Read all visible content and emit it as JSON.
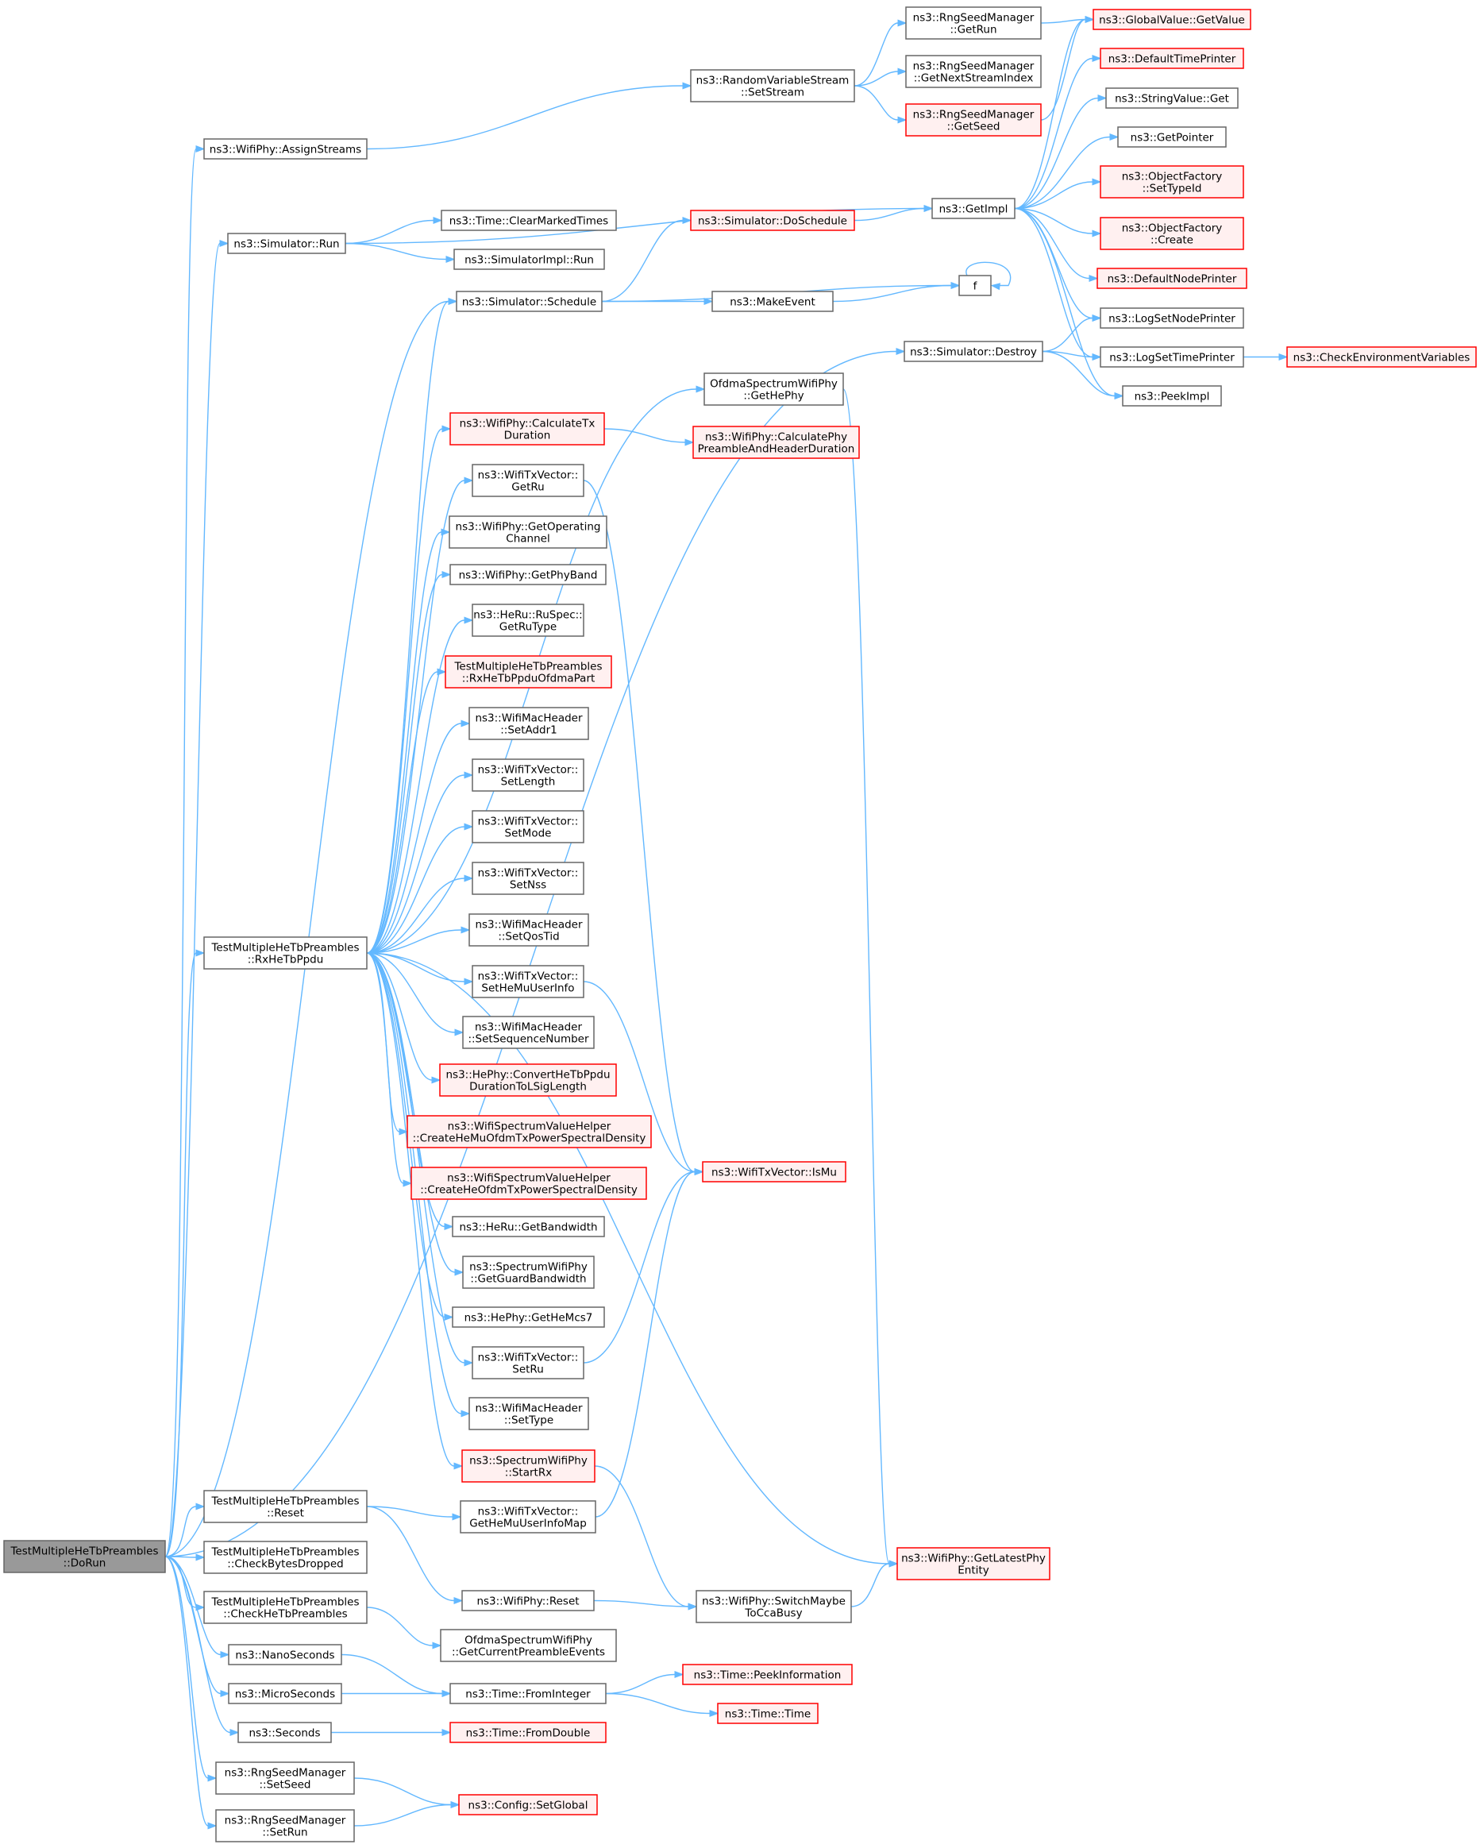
{
  "graph": {
    "root": "n0",
    "nodes": [
      {
        "id": "n0",
        "lines": [
          "TestMultipleHeTbPreambles",
          "::DoRun"
        ],
        "style": "root"
      },
      {
        "id": "n1",
        "lines": [
          "ns3::WifiPhy::AssignStreams"
        ],
        "style": "normal"
      },
      {
        "id": "n2",
        "lines": [
          "ns3::Simulator::Run"
        ],
        "style": "normal"
      },
      {
        "id": "n3",
        "lines": [
          "ns3::Simulator::Schedule"
        ],
        "style": "normal"
      },
      {
        "id": "n4",
        "lines": [
          "ns3::Simulator::Destroy"
        ],
        "style": "normal"
      },
      {
        "id": "n5",
        "lines": [
          "TestMultipleHeTbPreambles",
          "::RxHeTbPpdu"
        ],
        "style": "normal"
      },
      {
        "id": "n6",
        "lines": [
          "TestMultipleHeTbPreambles",
          "::Reset"
        ],
        "style": "normal"
      },
      {
        "id": "n7",
        "lines": [
          "TestMultipleHeTbPreambles",
          "::CheckBytesDropped"
        ],
        "style": "normal"
      },
      {
        "id": "n8",
        "lines": [
          "TestMultipleHeTbPreambles",
          "::CheckHeTbPreambles"
        ],
        "style": "normal"
      },
      {
        "id": "n9",
        "lines": [
          "ns3::NanoSeconds"
        ],
        "style": "normal"
      },
      {
        "id": "n10",
        "lines": [
          "ns3::MicroSeconds"
        ],
        "style": "normal"
      },
      {
        "id": "n11",
        "lines": [
          "ns3::Seconds"
        ],
        "style": "normal"
      },
      {
        "id": "n12",
        "lines": [
          "ns3::RngSeedManager",
          "::SetSeed"
        ],
        "style": "normal"
      },
      {
        "id": "n13",
        "lines": [
          "ns3::RngSeedManager",
          "::SetRun"
        ],
        "style": "normal"
      },
      {
        "id": "n14",
        "lines": [
          "ns3::RandomVariableStream",
          "::SetStream"
        ],
        "style": "normal"
      },
      {
        "id": "n15",
        "lines": [
          "ns3::Time::ClearMarkedTimes"
        ],
        "style": "normal"
      },
      {
        "id": "n16",
        "lines": [
          "ns3::SimulatorImpl::Run"
        ],
        "style": "normal"
      },
      {
        "id": "n17",
        "lines": [
          "ns3::Simulator::DoSchedule"
        ],
        "style": "red"
      },
      {
        "id": "n18",
        "lines": [
          "ns3::MakeEvent"
        ],
        "style": "normal"
      },
      {
        "id": "n19",
        "lines": [
          "OfdmaSpectrumWifiPhy",
          "::GetHePhy"
        ],
        "style": "normal"
      },
      {
        "id": "n20",
        "lines": [
          "ns3::WifiPhy::CalculateTx",
          "Duration"
        ],
        "style": "red"
      },
      {
        "id": "n21",
        "lines": [
          "ns3::WifiTxVector::",
          "GetRu"
        ],
        "style": "normal"
      },
      {
        "id": "n22",
        "lines": [
          "ns3::WifiPhy::GetOperating",
          "Channel"
        ],
        "style": "normal"
      },
      {
        "id": "n23",
        "lines": [
          "ns3::WifiPhy::GetPhyBand"
        ],
        "style": "normal"
      },
      {
        "id": "n24",
        "lines": [
          "ns3::HeRu::RuSpec::",
          "GetRuType"
        ],
        "style": "normal"
      },
      {
        "id": "n25",
        "lines": [
          "TestMultipleHeTbPreambles",
          "::RxHeTbPpduOfdmaPart"
        ],
        "style": "red"
      },
      {
        "id": "n26",
        "lines": [
          "ns3::WifiMacHeader",
          "::SetAddr1"
        ],
        "style": "normal"
      },
      {
        "id": "n27",
        "lines": [
          "ns3::WifiTxVector::",
          "SetLength"
        ],
        "style": "normal"
      },
      {
        "id": "n28",
        "lines": [
          "ns3::WifiTxVector::",
          "SetMode"
        ],
        "style": "normal"
      },
      {
        "id": "n29",
        "lines": [
          "ns3::WifiTxVector::",
          "SetNss"
        ],
        "style": "normal"
      },
      {
        "id": "n30",
        "lines": [
          "ns3::WifiMacHeader",
          "::SetQosTid"
        ],
        "style": "normal"
      },
      {
        "id": "n31",
        "lines": [
          "ns3::WifiTxVector::",
          "SetHeMuUserInfo"
        ],
        "style": "normal"
      },
      {
        "id": "n32",
        "lines": [
          "ns3::WifiMacHeader",
          "::SetSequenceNumber"
        ],
        "style": "normal"
      },
      {
        "id": "n33",
        "lines": [
          "ns3::HePhy::ConvertHeTbPpdu",
          "DurationToLSigLength"
        ],
        "style": "red"
      },
      {
        "id": "n34",
        "lines": [
          "ns3::WifiSpectrumValueHelper",
          "::CreateHeMuOfdmTxPowerSpectralDensity"
        ],
        "style": "red"
      },
      {
        "id": "n35",
        "lines": [
          "ns3::WifiSpectrumValueHelper",
          "::CreateHeOfdmTxPowerSpectralDensity"
        ],
        "style": "red"
      },
      {
        "id": "n36",
        "lines": [
          "ns3::HeRu::GetBandwidth"
        ],
        "style": "normal"
      },
      {
        "id": "n37",
        "lines": [
          "ns3::SpectrumWifiPhy",
          "::GetGuardBandwidth"
        ],
        "style": "normal"
      },
      {
        "id": "n38",
        "lines": [
          "ns3::HePhy::GetHeMcs7"
        ],
        "style": "normal"
      },
      {
        "id": "n39",
        "lines": [
          "ns3::WifiTxVector::",
          "SetRu"
        ],
        "style": "normal"
      },
      {
        "id": "n40",
        "lines": [
          "ns3::WifiMacHeader",
          "::SetType"
        ],
        "style": "normal"
      },
      {
        "id": "n41",
        "lines": [
          "ns3::SpectrumWifiPhy",
          "::StartRx"
        ],
        "style": "red"
      },
      {
        "id": "n42",
        "lines": [
          "ns3::WifiTxVector::",
          "GetHeMuUserInfoMap"
        ],
        "style": "normal"
      },
      {
        "id": "n43",
        "lines": [
          "ns3::WifiPhy::Reset"
        ],
        "style": "normal"
      },
      {
        "id": "n44",
        "lines": [
          "OfdmaSpectrumWifiPhy",
          "::GetCurrentPreambleEvents"
        ],
        "style": "normal"
      },
      {
        "id": "n45",
        "lines": [
          "ns3::Time::FromInteger"
        ],
        "style": "normal"
      },
      {
        "id": "n46",
        "lines": [
          "ns3::Time::FromDouble"
        ],
        "style": "red"
      },
      {
        "id": "n47",
        "lines": [
          "ns3::Config::SetGlobal"
        ],
        "style": "red"
      },
      {
        "id": "n48",
        "lines": [
          "ns3::RngSeedManager",
          "::GetRun"
        ],
        "style": "normal"
      },
      {
        "id": "n49",
        "lines": [
          "ns3::RngSeedManager",
          "::GetNextStreamIndex"
        ],
        "style": "normal"
      },
      {
        "id": "n50",
        "lines": [
          "ns3::RngSeedManager",
          "::GetSeed"
        ],
        "style": "red"
      },
      {
        "id": "n51",
        "lines": [
          "ns3::GetImpl"
        ],
        "style": "normal"
      },
      {
        "id": "n52",
        "lines": [
          "f"
        ],
        "style": "normal"
      },
      {
        "id": "n53",
        "lines": [
          "ns3::WifiPhy::CalculatePhy",
          "PreambleAndHeaderDuration"
        ],
        "style": "red"
      },
      {
        "id": "n54",
        "lines": [
          "ns3::WifiTxVector::IsMu"
        ],
        "style": "red"
      },
      {
        "id": "n55",
        "lines": [
          "ns3::WifiPhy::GetLatestPhy",
          "Entity"
        ],
        "style": "red"
      },
      {
        "id": "n56",
        "lines": [
          "ns3::WifiPhy::SwitchMaybe",
          "ToCcaBusy"
        ],
        "style": "normal"
      },
      {
        "id": "n57",
        "lines": [
          "ns3::Time::PeekInformation"
        ],
        "style": "red"
      },
      {
        "id": "n58",
        "lines": [
          "ns3::Time::Time"
        ],
        "style": "red"
      },
      {
        "id": "n59",
        "lines": [
          "ns3::GlobalValue::GetValue"
        ],
        "style": "red"
      },
      {
        "id": "n60",
        "lines": [
          "ns3::DefaultTimePrinter"
        ],
        "style": "red"
      },
      {
        "id": "n61",
        "lines": [
          "ns3::StringValue::Get"
        ],
        "style": "normal"
      },
      {
        "id": "n62",
        "lines": [
          "ns3::GetPointer"
        ],
        "style": "normal"
      },
      {
        "id": "n63",
        "lines": [
          "ns3::ObjectFactory",
          "::SetTypeId"
        ],
        "style": "red"
      },
      {
        "id": "n64",
        "lines": [
          "ns3::ObjectFactory",
          "::Create"
        ],
        "style": "red"
      },
      {
        "id": "n65",
        "lines": [
          "ns3::DefaultNodePrinter"
        ],
        "style": "red"
      },
      {
        "id": "n66",
        "lines": [
          "ns3::LogSetNodePrinter"
        ],
        "style": "normal"
      },
      {
        "id": "n67",
        "lines": [
          "ns3::LogSetTimePrinter"
        ],
        "style": "normal"
      },
      {
        "id": "n68",
        "lines": [
          "ns3::PeekImpl"
        ],
        "style": "normal"
      },
      {
        "id": "n69",
        "lines": [
          "ns3::CheckEnvironmentVariables"
        ],
        "style": "red"
      }
    ],
    "edges": [
      [
        "n0",
        "n1"
      ],
      [
        "n0",
        "n2"
      ],
      [
        "n0",
        "n3"
      ],
      [
        "n0",
        "n4"
      ],
      [
        "n0",
        "n5"
      ],
      [
        "n0",
        "n6"
      ],
      [
        "n0",
        "n7"
      ],
      [
        "n0",
        "n8"
      ],
      [
        "n0",
        "n9"
      ],
      [
        "n0",
        "n10"
      ],
      [
        "n0",
        "n11"
      ],
      [
        "n0",
        "n12"
      ],
      [
        "n0",
        "n13"
      ],
      [
        "n1",
        "n14"
      ],
      [
        "n14",
        "n48"
      ],
      [
        "n14",
        "n49"
      ],
      [
        "n14",
        "n50"
      ],
      [
        "n48",
        "n59"
      ],
      [
        "n50",
        "n59"
      ],
      [
        "n2",
        "n51"
      ],
      [
        "n2",
        "n15"
      ],
      [
        "n2",
        "n16"
      ],
      [
        "n3",
        "n17"
      ],
      [
        "n3",
        "n52"
      ],
      [
        "n3",
        "n18"
      ],
      [
        "n17",
        "n51"
      ],
      [
        "n18",
        "n52"
      ],
      [
        "n52",
        "n52"
      ],
      [
        "n51",
        "n59"
      ],
      [
        "n51",
        "n60"
      ],
      [
        "n51",
        "n61"
      ],
      [
        "n51",
        "n62"
      ],
      [
        "n51",
        "n63"
      ],
      [
        "n51",
        "n64"
      ],
      [
        "n51",
        "n65"
      ],
      [
        "n51",
        "n66"
      ],
      [
        "n51",
        "n67"
      ],
      [
        "n51",
        "n68"
      ],
      [
        "n4",
        "n66"
      ],
      [
        "n4",
        "n67"
      ],
      [
        "n4",
        "n68"
      ],
      [
        "n67",
        "n69"
      ],
      [
        "n5",
        "n3"
      ],
      [
        "n5",
        "n19"
      ],
      [
        "n5",
        "n20"
      ],
      [
        "n5",
        "n21"
      ],
      [
        "n5",
        "n22"
      ],
      [
        "n5",
        "n23"
      ],
      [
        "n5",
        "n24"
      ],
      [
        "n5",
        "n25"
      ],
      [
        "n5",
        "n26"
      ],
      [
        "n5",
        "n27"
      ],
      [
        "n5",
        "n28"
      ],
      [
        "n5",
        "n29"
      ],
      [
        "n5",
        "n30"
      ],
      [
        "n5",
        "n31"
      ],
      [
        "n5",
        "n32"
      ],
      [
        "n5",
        "n33"
      ],
      [
        "n5",
        "n34"
      ],
      [
        "n5",
        "n35"
      ],
      [
        "n5",
        "n36"
      ],
      [
        "n5",
        "n37"
      ],
      [
        "n5",
        "n38"
      ],
      [
        "n5",
        "n39"
      ],
      [
        "n5",
        "n40"
      ],
      [
        "n5",
        "n41"
      ],
      [
        "n5",
        "n55"
      ],
      [
        "n19",
        "n55"
      ],
      [
        "n20",
        "n53"
      ],
      [
        "n21",
        "n54"
      ],
      [
        "n31",
        "n54"
      ],
      [
        "n39",
        "n54"
      ],
      [
        "n42",
        "n54"
      ],
      [
        "n41",
        "n56"
      ],
      [
        "n6",
        "n42"
      ],
      [
        "n6",
        "n43"
      ],
      [
        "n43",
        "n56"
      ],
      [
        "n56",
        "n55"
      ],
      [
        "n8",
        "n44"
      ],
      [
        "n9",
        "n45"
      ],
      [
        "n10",
        "n45"
      ],
      [
        "n11",
        "n46"
      ],
      [
        "n45",
        "n57"
      ],
      [
        "n45",
        "n58"
      ],
      [
        "n12",
        "n47"
      ],
      [
        "n13",
        "n47"
      ]
    ]
  }
}
